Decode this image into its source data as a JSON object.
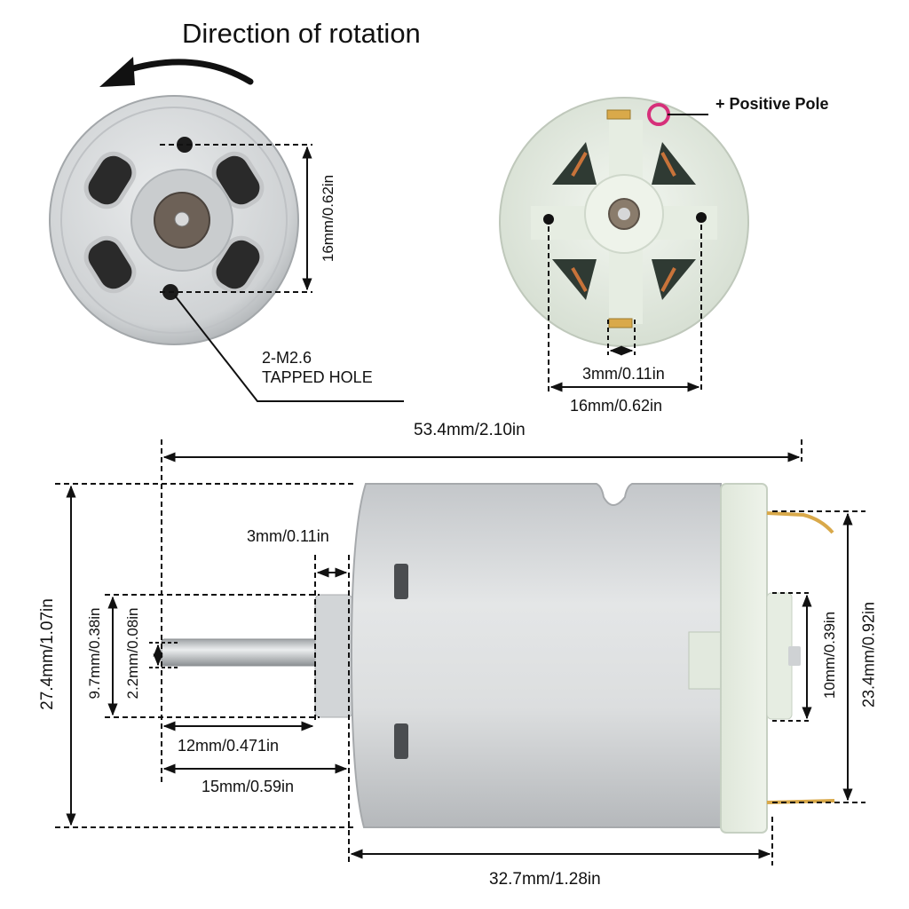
{
  "title": "Direction of rotation",
  "positive_pole": "+ Positive Pole",
  "tapped_hole_line1": "2-M2.6",
  "tapped_hole_line2": "TAPPED HOLE",
  "dims": {
    "front_hole_spacing": "16mm/0.62in",
    "rear_terminal_gap": "3mm/0.11in",
    "rear_hole_spacing": "16mm/0.62in",
    "overall_length": "53.4mm/2.10in",
    "boss_length": "3mm/0.11in",
    "overall_height": "27.4mm/1.07in",
    "boss_diameter": "9.7mm/0.38in",
    "shaft_diameter": "2.2mm/0.08in",
    "shaft_length": "12mm/0.471in",
    "shaft_total": "15mm/0.59in",
    "rear_boss": "10mm/0.39in",
    "cap_height": "23.4mm/0.92in",
    "body_length": "32.7mm/1.28in"
  },
  "colors": {
    "metal": "#d6d8da",
    "metal_dark": "#9ea2a6",
    "plastic": "#e8efe4",
    "copper": "#c8733a",
    "terminal": "#d9a94a",
    "pole_mark": "#d6307a"
  }
}
